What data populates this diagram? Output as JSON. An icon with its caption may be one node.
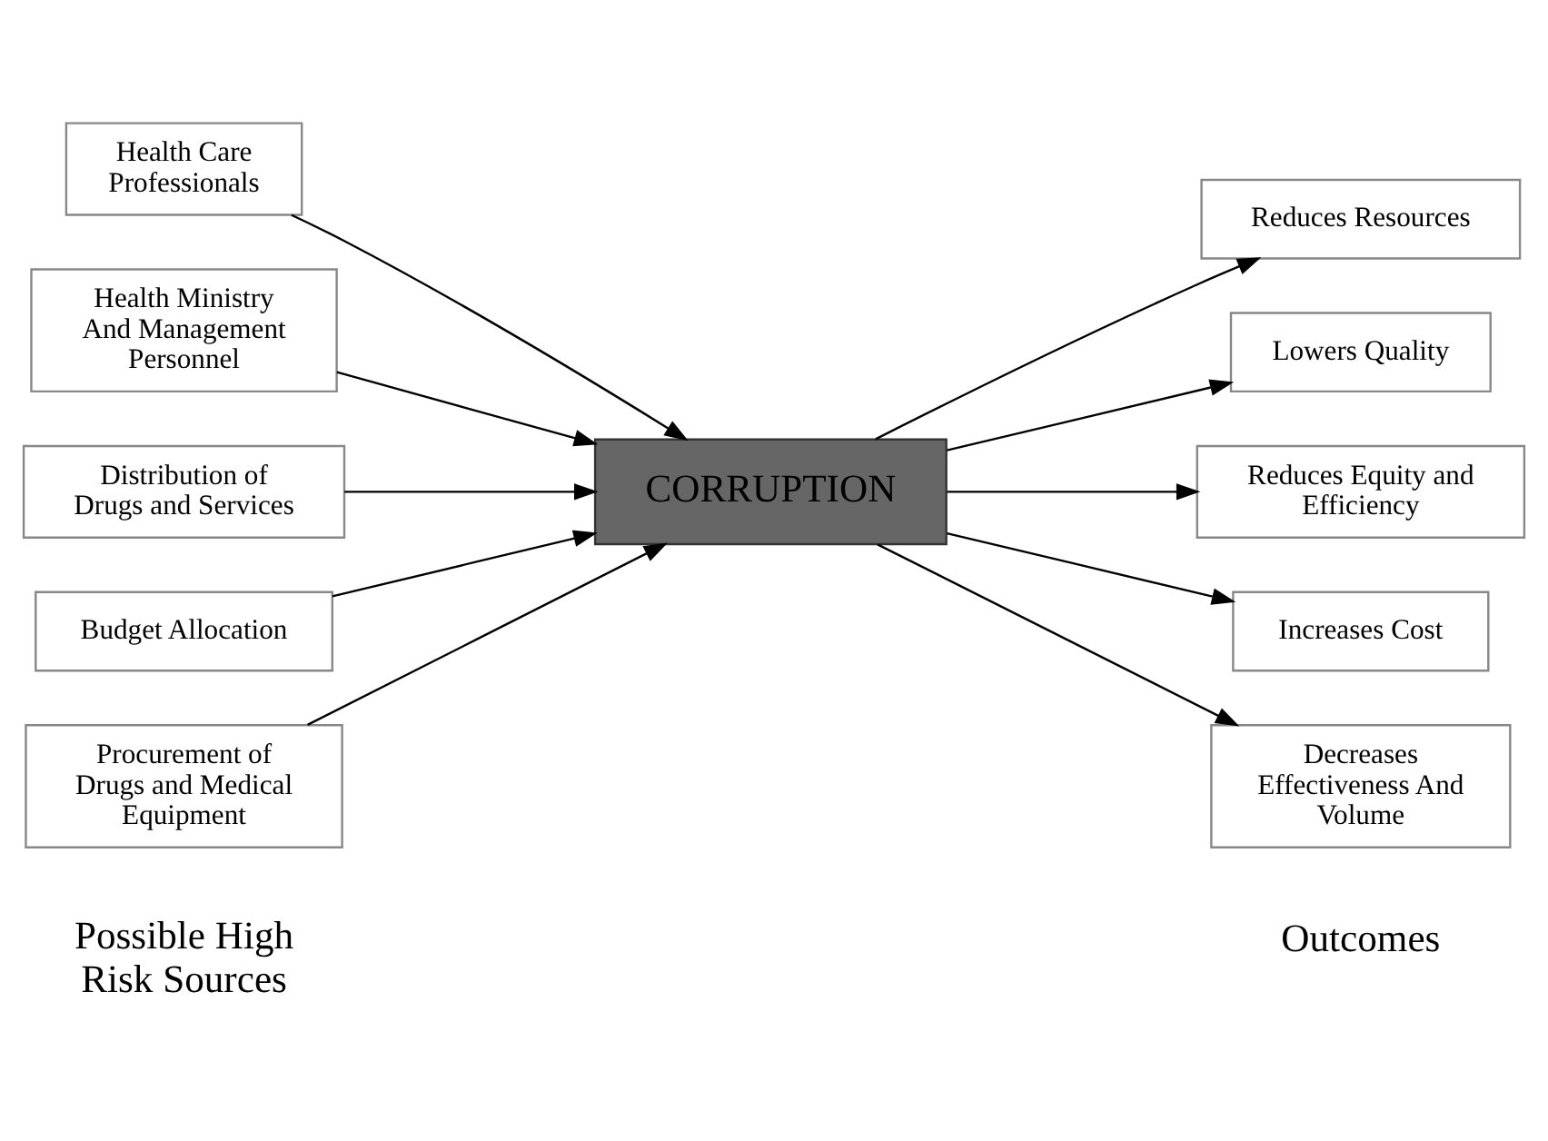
{
  "diagram": {
    "nodes": [
      {
        "text": [
          "Health Care Professionals"
        ]
      },
      {
        "text": [
          "Health Ministry And Management Personnel"
        ]
      },
      {
        "text": [
          "Distribution of Drugs and Services"
        ]
      },
      {
        "text": [
          "Budget Allocation"
        ]
      },
      {
        "text": [
          "Procurement of Drugs and Medical Equipment"
        ]
      },
      {
        "text": [
          "CORRUPTION"
        ]
      },
      {
        "text": [
          "Reduces Resources"
        ]
      },
      {
        "text": [
          "Lowers Quality"
        ]
      },
      {
        "text": [
          "Reduces Equity and Efficiency"
        ]
      },
      {
        "text": [
          "Increases Cost"
        ]
      },
      {
        "text": [
          "Decreases Effectiveness And Volume"
        ]
      }
    ],
    "edges": [
      {
        "from": 0,
        "to": 5,
        "arrow": "to"
      },
      {
        "from": 1,
        "to": 5,
        "arrow": "to"
      },
      {
        "from": 2,
        "to": 5,
        "arrow": "to"
      },
      {
        "from": 3,
        "to": 5,
        "arrow": "to"
      },
      {
        "from": 4,
        "to": 5,
        "arrow": "to"
      },
      {
        "from": 5,
        "to": 6,
        "arrow": "to"
      },
      {
        "from": 5,
        "to": 7,
        "arrow": "to"
      },
      {
        "from": 5,
        "to": 8,
        "arrow": "to"
      },
      {
        "from": 5,
        "to": 9,
        "arrow": "to"
      },
      {
        "from": 5,
        "to": 10,
        "arrow": "to"
      }
    ],
    "labels": [
      "Possible High Risk Sources",
      "Outcomes"
    ]
  }
}
